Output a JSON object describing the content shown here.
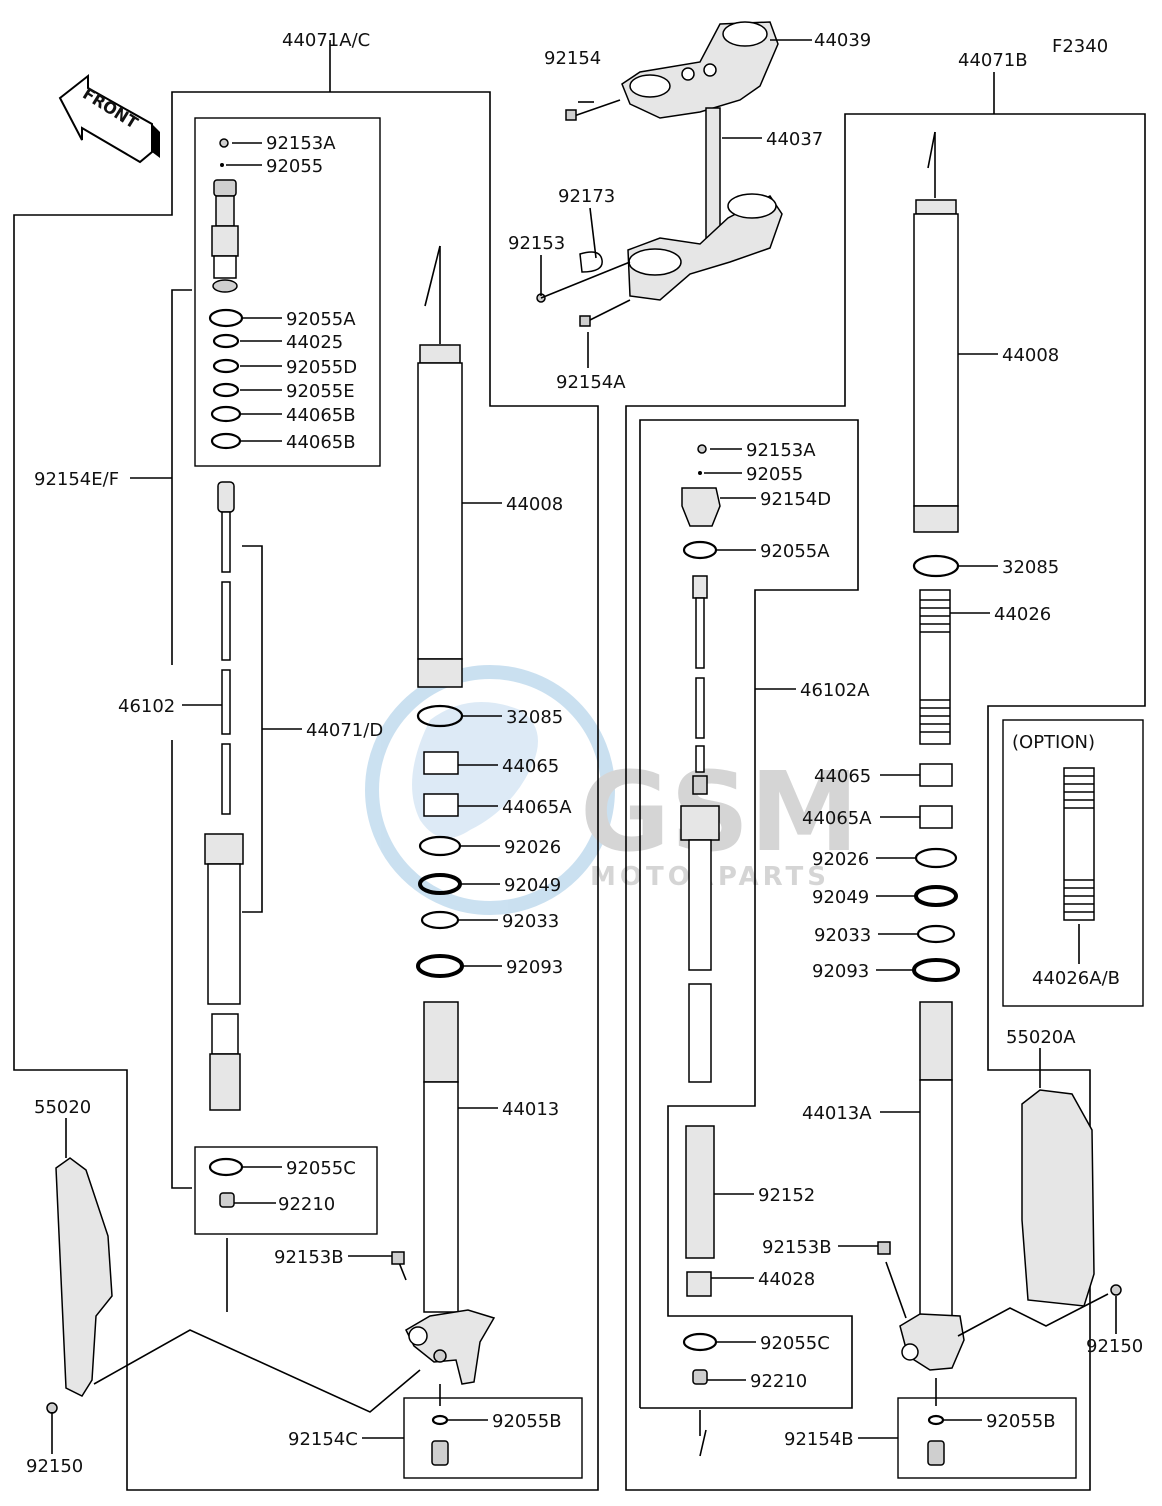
{
  "diagram_code": "F2340",
  "front_label": "FRONT",
  "option_label": "(OPTION)",
  "watermark": {
    "brand": "GSM",
    "sub": "MOTORPARTS"
  },
  "labels": {
    "l44071AC": "44071A/C",
    "l44071B": "44071B",
    "l44039": "44039",
    "l92154_top": "92154",
    "l44037": "44037",
    "l92173": "92173",
    "l92153_top": "92153",
    "l92154A": "92154A",
    "L92153A": "92153A",
    "L92055": "92055",
    "L92055A": "92055A",
    "L44025": "44025",
    "L92055D": "92055D",
    "L92055E": "92055E",
    "L44065B_1": "44065B",
    "L44065B_2": "44065B",
    "L92154EF": "92154E/F",
    "L46102": "46102",
    "L44071D": "44071/D",
    "L92055C": "92055C",
    "L92210": "92210",
    "L55020": "55020",
    "L92150": "92150",
    "L92154C": "92154C",
    "L92153B": "92153B",
    "L92055B": "92055B",
    "L44008": "44008",
    "L32085": "32085",
    "L44065": "44065",
    "L44065A": "44065A",
    "L92026": "92026",
    "L92049": "92049",
    "L92033": "92033",
    "L92093": "92093",
    "L44013": "44013",
    "R92153A": "92153A",
    "R92055": "92055",
    "R92154D": "92154D",
    "R92055A": "92055A",
    "R46102A": "46102A",
    "R92152": "92152",
    "R92153B": "92153B",
    "R44028": "44028",
    "R92055C": "92055C",
    "R92210": "92210",
    "R92154B": "92154B",
    "R92055B": "92055B",
    "R44008": "44008",
    "R32085": "32085",
    "R44026": "44026",
    "R44065": "44065",
    "R44065A": "44065A",
    "R92026": "92026",
    "R92049": "92049",
    "R92033": "92033",
    "R92093": "92093",
    "R44013A": "44013A",
    "R55020A": "55020A",
    "R92150": "92150",
    "R44026AB": "44026A/B"
  }
}
